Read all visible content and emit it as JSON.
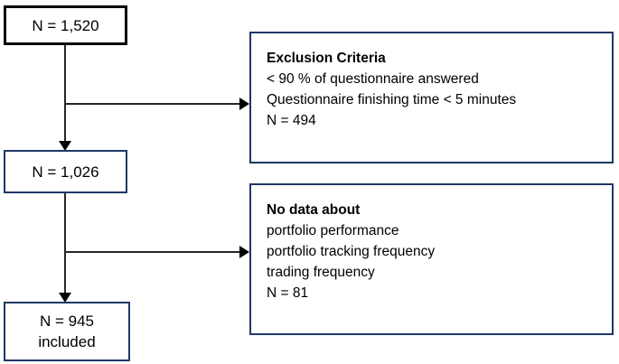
{
  "diagram": {
    "type": "participant-flow-diagram",
    "colors": {
      "box_border_navy": "#1F3864",
      "box_border_black": "#000000",
      "connector": "#262626",
      "background": "#FFFFFF",
      "text": "#000000"
    },
    "nodes": {
      "total": {
        "lines": [
          "N = 1,520"
        ],
        "n": 1520
      },
      "eligible": {
        "lines": [
          "N = 1,026"
        ],
        "n": 1026
      },
      "included": {
        "lines": [
          "N = 945",
          "included"
        ],
        "n": 945
      },
      "exclusion": {
        "title": "Exclusion Criteria",
        "lines": [
          "< 90 % of questionnaire answered",
          "Questionnaire finishing time < 5 minutes",
          "N = 494"
        ],
        "n": 494
      },
      "nodata": {
        "title": "No data about",
        "lines": [
          "portfolio performance",
          "portfolio tracking frequency",
          "trading frequency",
          "N = 81"
        ],
        "n": 81
      }
    }
  }
}
